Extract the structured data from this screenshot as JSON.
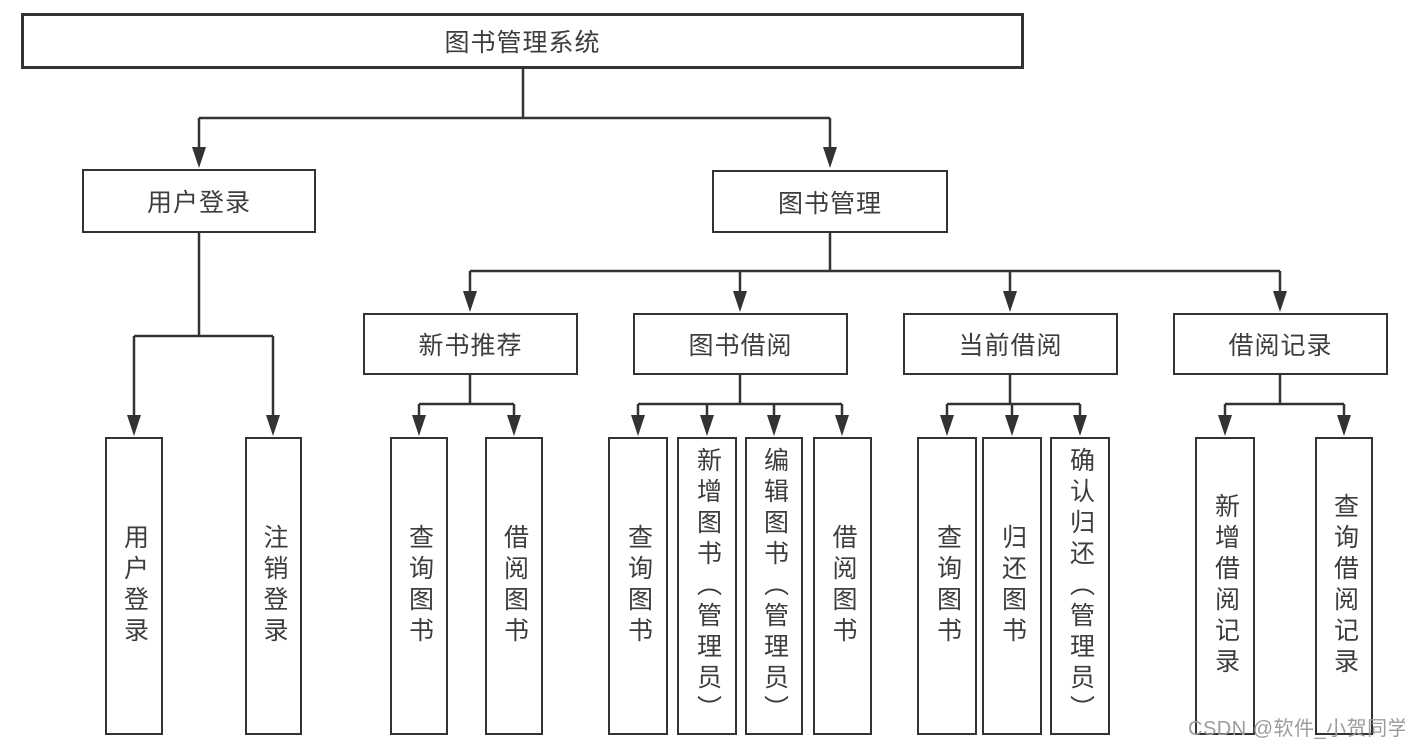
{
  "tree": {
    "root": "图书管理系统",
    "branches": [
      {
        "label": "用户登录",
        "children": [
          "用户登录",
          "注销登录"
        ]
      },
      {
        "label": "图书管理",
        "groups": [
          {
            "label": "新书推荐",
            "children": [
              "查询图书",
              "借阅图书"
            ]
          },
          {
            "label": "图书借阅",
            "children": [
              "查询图书",
              "新增图书（管理员）",
              "编辑图书（管理员）",
              "借阅图书"
            ]
          },
          {
            "label": "当前借阅",
            "children": [
              "查询图书",
              "归还图书",
              "确认归还（管理员）"
            ]
          },
          {
            "label": "借阅记录",
            "children": [
              "新增借阅记录",
              "查询借阅记录"
            ]
          }
        ]
      }
    ]
  },
  "watermark": "CSDN @软件_小贺同学",
  "colors": {
    "line": "#333333",
    "text": "#3d3d3d",
    "watermark": "#9c9c9c",
    "background": "#ffffff"
  }
}
